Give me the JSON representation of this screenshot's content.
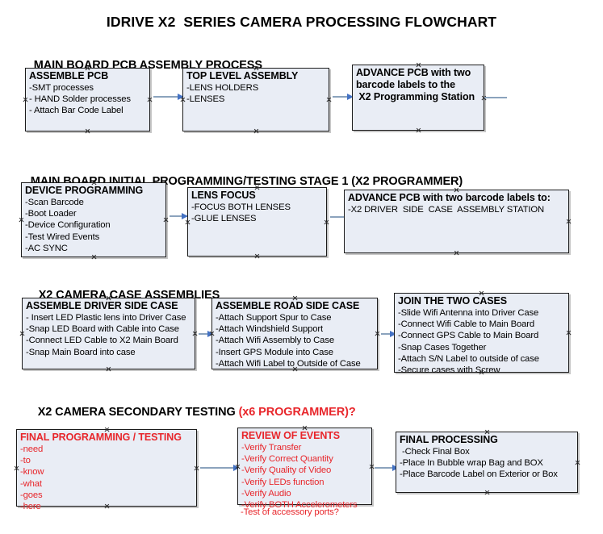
{
  "document": {
    "title": "IDRIVE X2  SERIES CAMERA PROCESSING FLOWCHART"
  },
  "theme": {
    "box_fill": "#e9edf5",
    "box_border": "#1b1b1b",
    "connector": "#8ba3bd",
    "arrowhead": "#4472c4",
    "text": "#000000",
    "accent_red": "#e8262b",
    "page_background": "#ffffff"
  },
  "sections": [
    {
      "id": "pcb-assembly",
      "heading": "MAIN BOARD PCB ASSEMBLY PROCESS",
      "heading_accent": "",
      "nodes": [
        {
          "id": "assemble-pcb",
          "title": "ASSEMBLE PCB",
          "lines": [
            "-SMT processes",
            "- HAND Solder processes",
            "- Attach Bar Code Label"
          ],
          "red": false
        },
        {
          "id": "top-level-assembly",
          "title": "TOP LEVEL ASSEMBLY",
          "lines": [
            "-LENS HOLDERS",
            "-LENSES"
          ],
          "red": false
        },
        {
          "id": "advance-pcb-programming-station",
          "title": "ADVANCE PCB with two",
          "lines": [
            "barcode labels to the",
            " X2 Programming Station"
          ],
          "red": false
        }
      ]
    },
    {
      "id": "initial-programming",
      "heading": "MAIN BOARD INITIAL PROGRAMMING/TESTING STAGE 1 (X2 PROGRAMMER)",
      "heading_accent": "",
      "nodes": [
        {
          "id": "device-programming",
          "title": "DEVICE PROGRAMMING",
          "lines": [
            "-Scan Barcode",
            "-Boot Loader",
            "-Device Configuration",
            "-Test Wired Events",
            "-AC SYNC"
          ],
          "red": false
        },
        {
          "id": "lens-focus",
          "title": "LENS FOCUS",
          "lines": [
            "-FOCUS BOTH LENSES",
            "-GLUE LENSES"
          ],
          "red": false
        },
        {
          "id": "advance-pcb-driver-side-station",
          "title": "ADVANCE PCB with two barcode labels to:",
          "lines": [
            "-X2 DRIVER  SIDE  CASE  ASSEMBLY STATION"
          ],
          "red": false
        }
      ]
    },
    {
      "id": "case-assemblies",
      "heading": "X2 CAMERA CASE ASSEMBLIES",
      "heading_accent": "",
      "nodes": [
        {
          "id": "assemble-driver-side-case",
          "title": "ASSEMBLE DRIVER SIDE CASE",
          "lines": [
            "- Insert LED Plastic lens into Driver Case",
            "-Snap LED Board with Cable into Case",
            "-Connect LED Cable to X2 Main Board",
            "-Snap Main Board into case"
          ],
          "red": false
        },
        {
          "id": "assemble-road-side-case",
          "title": "ASSEMBLE ROAD SIDE CASE",
          "lines": [
            "-Attach Support Spur to Case",
            "-Attach Windshield Support",
            "-Attach Wifi Assembly to Case",
            "-Insert GPS Module into Case",
            "-Attach Wifi Label to Outside of Case"
          ],
          "red": false
        },
        {
          "id": "join-the-two-cases",
          "title": "JOIN THE TWO CASES",
          "lines": [
            "-Slide Wifi Antenna into Driver Case",
            "-Connect Wifi Cable to Main Board",
            "-Connect GPS Cable to Main Board",
            "-Snap Cases Together",
            "-Attach S/N Label to outside of case",
            "-Secure cases with Screw"
          ],
          "red": false
        }
      ]
    },
    {
      "id": "secondary-testing",
      "heading": "X2 CAMERA SECONDARY TESTING ",
      "heading_accent": "(x6 PROGRAMMER)?",
      "nodes": [
        {
          "id": "final-programming-testing",
          "title": "FINAL PROGRAMMING / TESTING",
          "lines": [
            "-need",
            "-to",
            "-know",
            "-what",
            "-goes",
            "-here"
          ],
          "red": true
        },
        {
          "id": "review-of-events",
          "title": "REVIEW OF EVENTS",
          "lines": [
            "-Verify Transfer",
            "-Verify Correct Quantity",
            "-Verify Quality of Video",
            "-Verify LEDs function",
            "-Verify Audio",
            "-Verify BOTH Accelerometers"
          ],
          "overflow_line": "-Test of accessory ports?",
          "red": true
        },
        {
          "id": "final-processing",
          "title": "FINAL PROCESSING",
          "lines": [
            " -Check Final Box",
            "-Place In Bubble wrap Bag and BOX",
            "-Place Barcode Label on Exterior or Box"
          ],
          "red": false
        }
      ]
    }
  ]
}
